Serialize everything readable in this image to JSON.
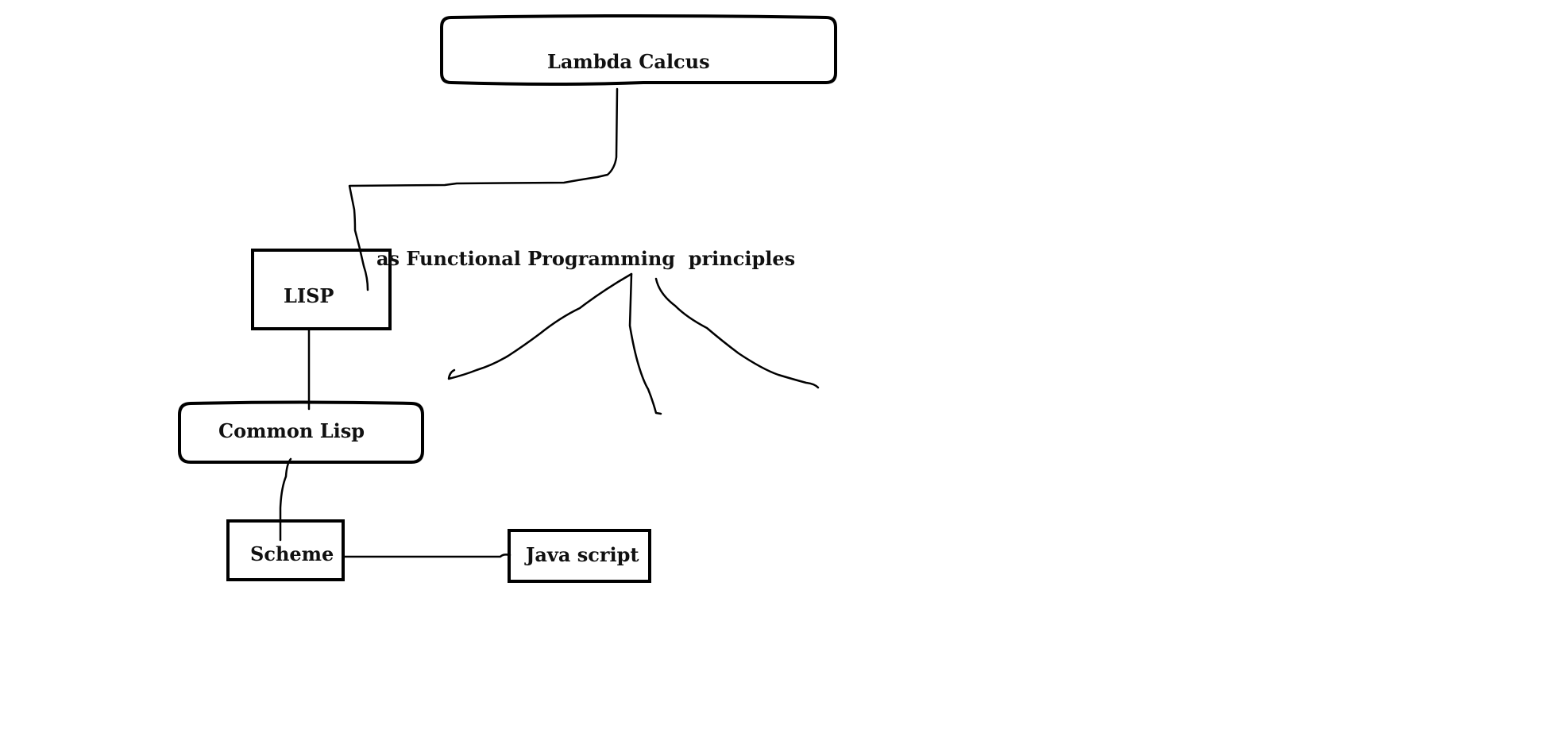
{
  "diagram": {
    "nodes": {
      "lambda_calculus": {
        "label": "Lambda Calcus",
        "shape": "rounded-pill"
      },
      "lisp": {
        "label": "LISP",
        "shape": "rectangle"
      },
      "common_lisp": {
        "label": "Common Lisp",
        "shape": "rounded-pill"
      },
      "scheme": {
        "label": "Scheme",
        "shape": "rectangle"
      },
      "javascript": {
        "label": "Java script",
        "shape": "rectangle"
      }
    },
    "annotation": "as Functional Programming  principles",
    "colors": {
      "stroke": "#000000",
      "text": "#111111",
      "background": "#ffffff"
    }
  }
}
